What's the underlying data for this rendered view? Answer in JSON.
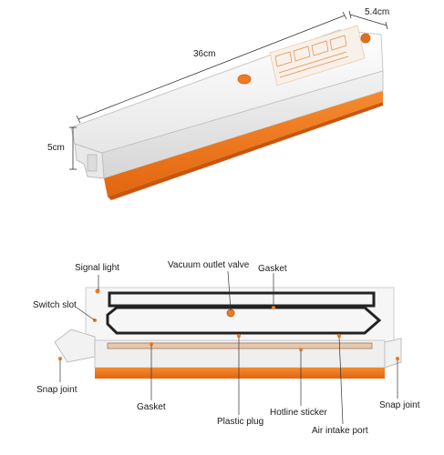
{
  "dimensions": {
    "length": "36cm",
    "depth": "5.4cm",
    "height": "5cm"
  },
  "callouts": {
    "signal_light": "Signal light",
    "vacuum_outlet_valve": "Vacuum outlet valve",
    "gasket_top": "Gasket",
    "switch_slot": "Switch slot",
    "snap_joint_left": "Snap joint",
    "gasket_bottom": "Gasket",
    "plastic_plug": "Plastic plug",
    "hotline_sticker": "Hotline sticker",
    "air_intake_port": "Air intake port",
    "snap_joint_right": "Snap joint"
  },
  "colors": {
    "accent_orange": "#f07a1f",
    "body_white": "#f4f4f4",
    "gasket_black": "#222222"
  }
}
